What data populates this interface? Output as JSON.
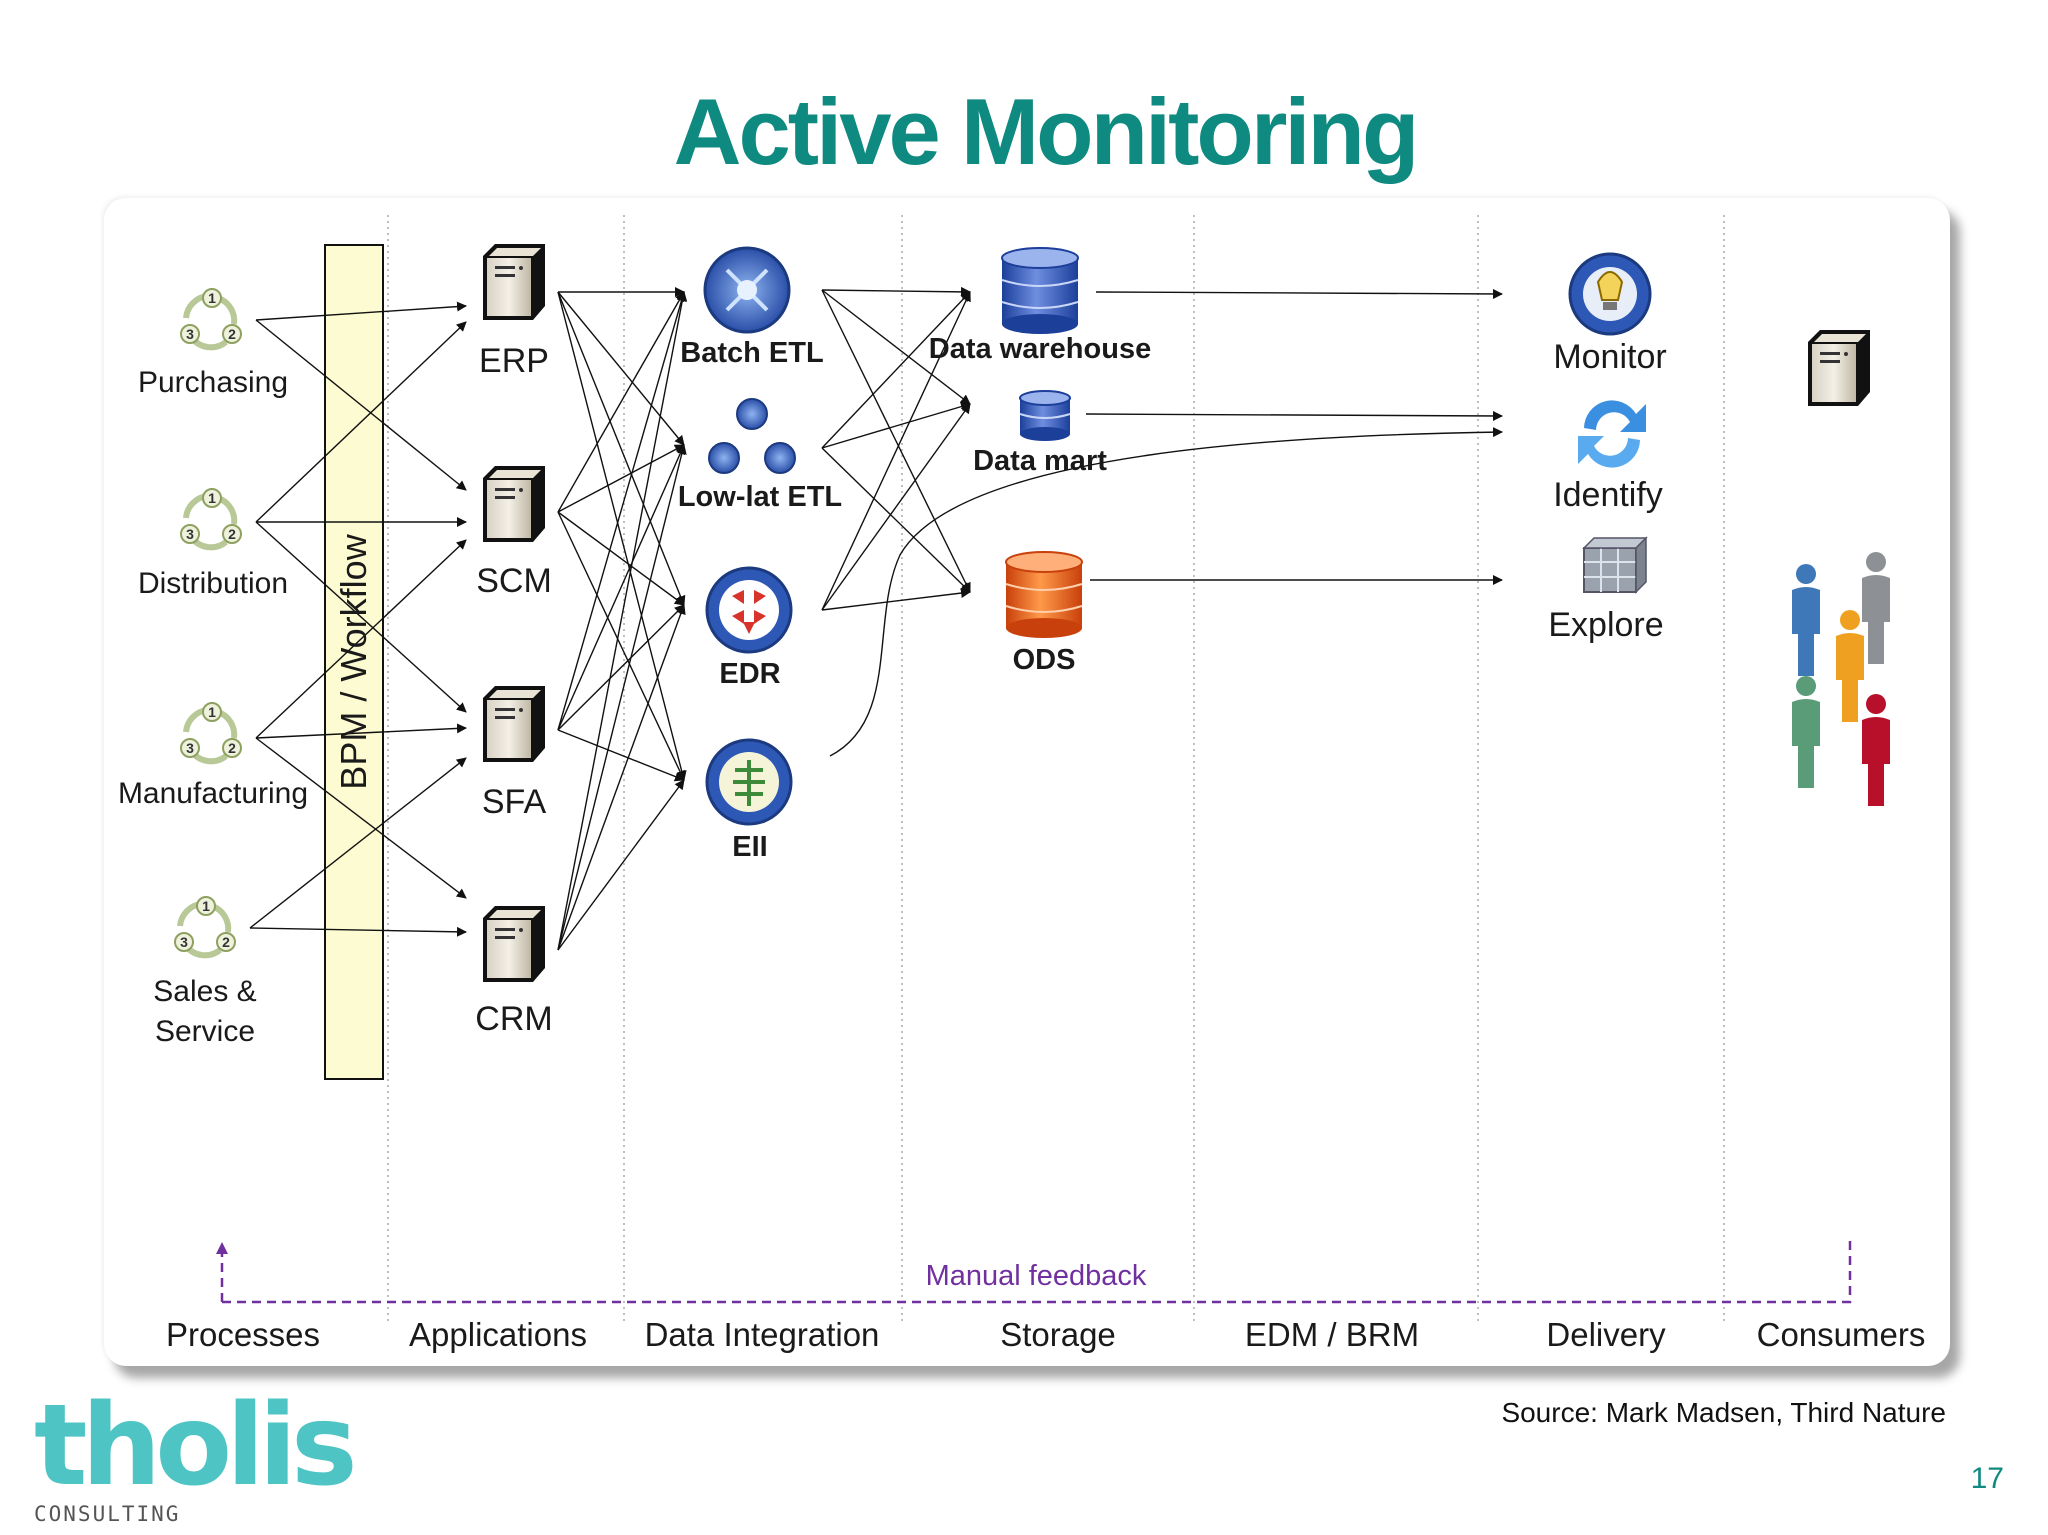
{
  "title": "Active Monitoring",
  "processes": [
    "Purchasing",
    "Distribution",
    "Manufacturing",
    "Sales &",
    "Service"
  ],
  "bpm_label": "BPM / Workflow",
  "applications": [
    "ERP",
    "SCM",
    "SFA",
    "CRM"
  ],
  "integration": [
    "Batch ETL",
    "Low-lat ETL",
    "EDR",
    "EII"
  ],
  "storage": [
    "Data warehouse",
    "Data mart",
    "ODS"
  ],
  "delivery": [
    "Monitor",
    "Identify",
    "Explore"
  ],
  "feedback_label": "Manual feedback",
  "columns": [
    "Processes",
    "Applications",
    "Data Integration",
    "Storage",
    "EDM / BRM",
    "Delivery",
    "Consumers"
  ],
  "source": "Source: Mark Madsen, Third Nature",
  "page_number": "17",
  "logo": {
    "name": "tholis",
    "subtitle": "CONSULTING"
  },
  "colors": {
    "title": "#0f8a80",
    "feedback": "#7030a0",
    "bpm_fill": "#fdfbd2",
    "logo": "#4fc4c4"
  },
  "icons": [
    "process-cycle-icon",
    "server-icon",
    "batch-etl-icon",
    "low-lat-etl-icon",
    "edr-icon",
    "eii-icon",
    "database-icon",
    "monitor-icon",
    "identify-icon",
    "explore-icon",
    "people-icon"
  ]
}
